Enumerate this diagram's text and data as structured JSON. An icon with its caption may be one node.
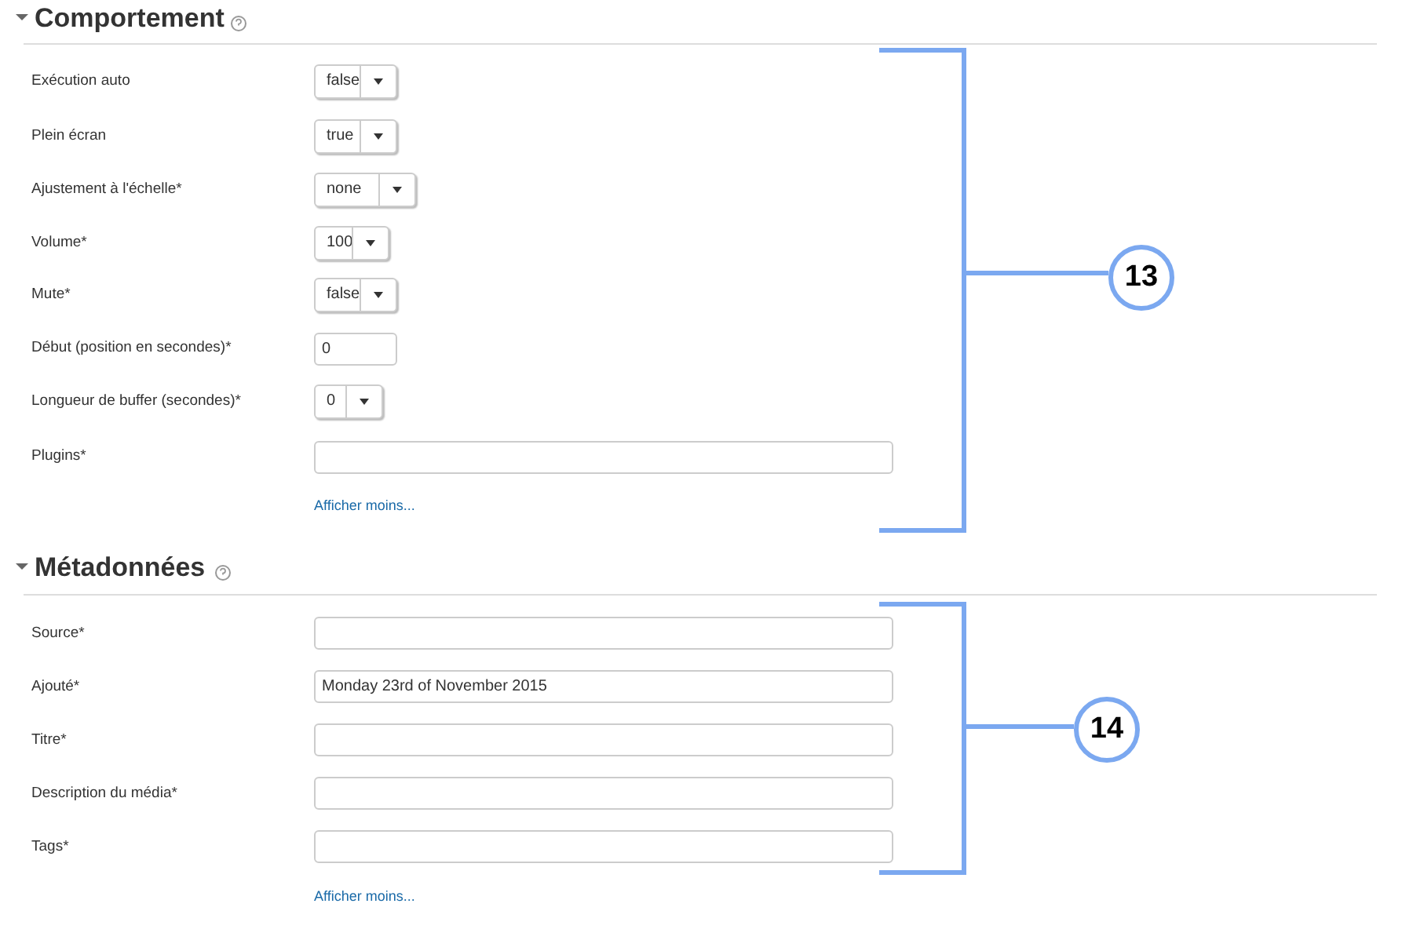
{
  "diagram": {
    "nodes": [
      {
        "text": [],
        "shape": "bracket"
      },
      {
        "text": [
          "13"
        ]
      },
      {
        "text": [],
        "shape": "bracket"
      },
      {
        "text": [
          "14"
        ]
      }
    ],
    "edges": [
      {
        "from": 0,
        "to": 1,
        "arrow": "none"
      },
      {
        "from": 2,
        "to": 3,
        "arrow": "none"
      }
    ],
    "labels": [
      "Comportement",
      "Exécution auto",
      "false",
      "Plein écran",
      "true",
      "Ajustement à l'échelle*",
      "none",
      "Volume*",
      "100",
      "Mute*",
      "false",
      "Début (position en secondes)*",
      "0",
      "Longueur de buffer (secondes)*",
      "0",
      "Plugins*",
      "Afficher moins...",
      "Métadonnées",
      "Source*",
      "Ajouté*",
      "Monday 23rd of November 2015",
      "Titre*",
      "Description du média*",
      "Tags*",
      "Afficher moins..."
    ]
  }
}
